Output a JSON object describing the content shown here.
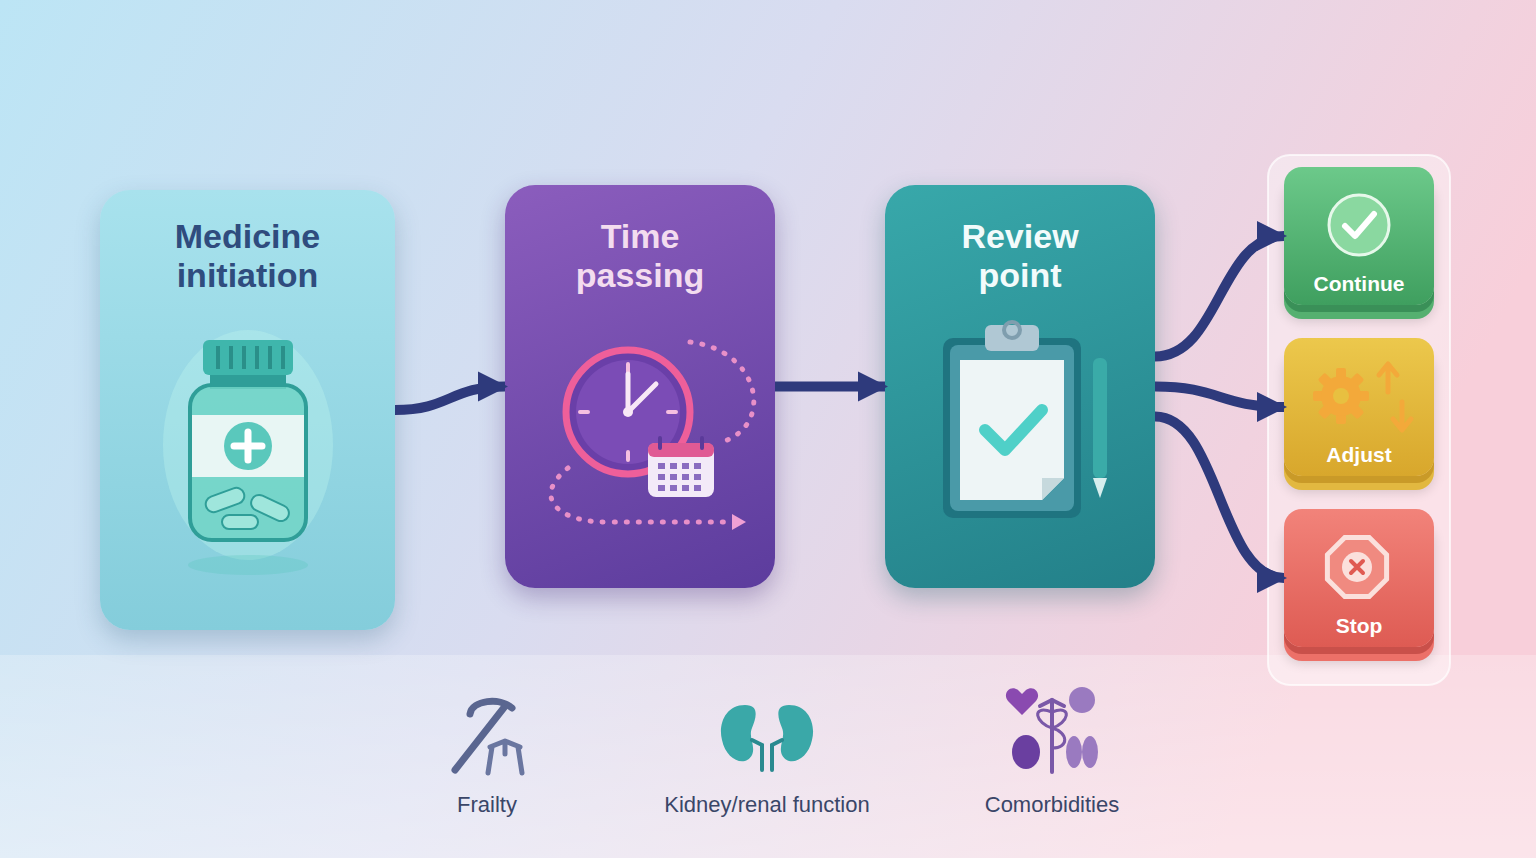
{
  "diagram": {
    "nodes": [
      {
        "text": [
          "Medicine initiation"
        ]
      },
      {
        "text": [
          "Time passing"
        ]
      },
      {
        "text": [
          "Review point"
        ]
      },
      {
        "text": [
          "Continue"
        ]
      },
      {
        "text": [
          "Adjust"
        ]
      },
      {
        "text": [
          "Stop"
        ]
      }
    ],
    "edges": [
      {
        "from": 0,
        "to": 1,
        "arrow": "to"
      },
      {
        "from": 1,
        "to": 2,
        "arrow": "to"
      },
      {
        "from": 2,
        "to": 3,
        "arrow": "to"
      },
      {
        "from": 2,
        "to": 4,
        "arrow": "to"
      },
      {
        "from": 2,
        "to": 5,
        "arrow": "to"
      }
    ],
    "labels": [
      "Frailty",
      "Kidney/renal function",
      "Comorbidities"
    ]
  }
}
